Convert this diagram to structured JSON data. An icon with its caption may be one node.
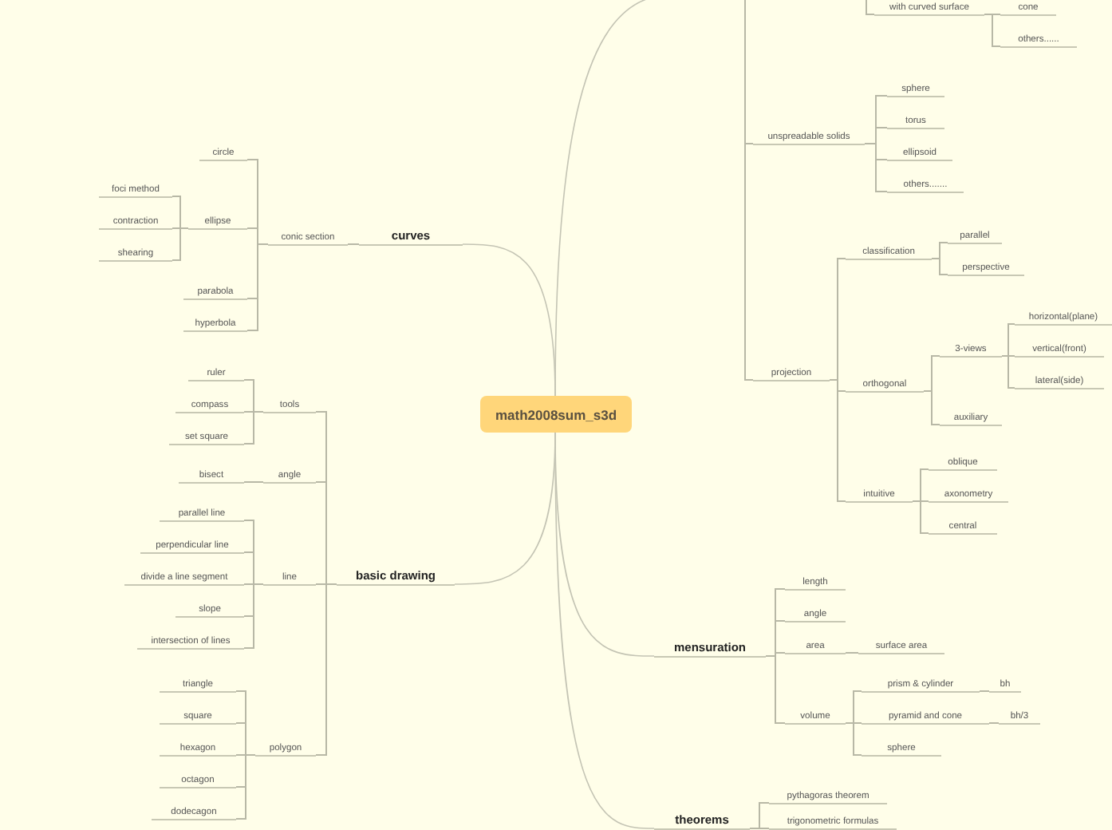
{
  "diagram": {
    "nodes": [
      {
        "text": [
          "math2008sum_s3d"
        ]
      },
      {
        "text": [
          "curves"
        ]
      },
      {
        "text": [
          "conic section"
        ]
      },
      {
        "text": [
          "circle"
        ]
      },
      {
        "text": [
          "ellipse"
        ]
      },
      {
        "text": [
          "foci method"
        ]
      },
      {
        "text": [
          "contraction"
        ]
      },
      {
        "text": [
          "shearing"
        ]
      },
      {
        "text": [
          "parabola"
        ]
      },
      {
        "text": [
          "hyperbola"
        ]
      },
      {
        "text": [
          "basic drawing"
        ]
      },
      {
        "text": [
          "tools"
        ]
      },
      {
        "text": [
          "ruler"
        ]
      },
      {
        "text": [
          "compass"
        ]
      },
      {
        "text": [
          "set square"
        ]
      },
      {
        "text": [
          "angle"
        ]
      },
      {
        "text": [
          "bisect"
        ]
      },
      {
        "text": [
          "line"
        ]
      },
      {
        "text": [
          "parallel line"
        ]
      },
      {
        "text": [
          "perpendicular line"
        ]
      },
      {
        "text": [
          "divide a line segment"
        ]
      },
      {
        "text": [
          "slope"
        ]
      },
      {
        "text": [
          "intersection of lines"
        ]
      },
      {
        "text": [
          "polygon"
        ]
      },
      {
        "text": [
          "triangle"
        ]
      },
      {
        "text": [
          "square"
        ]
      },
      {
        "text": [
          "hexagon"
        ]
      },
      {
        "text": [
          "octagon"
        ]
      },
      {
        "text": [
          "dodecagon"
        ]
      },
      {
        "text": [
          "with curved surface"
        ]
      },
      {
        "text": [
          "cone"
        ]
      },
      {
        "text": [
          "others......"
        ]
      },
      {
        "text": [
          "unspreadable solids"
        ]
      },
      {
        "text": [
          "sphere"
        ]
      },
      {
        "text": [
          "torus"
        ]
      },
      {
        "text": [
          "ellipsoid"
        ]
      },
      {
        "text": [
          "others......."
        ]
      },
      {
        "text": [
          "projection"
        ]
      },
      {
        "text": [
          "classification"
        ]
      },
      {
        "text": [
          "parallel"
        ]
      },
      {
        "text": [
          "perspective"
        ]
      },
      {
        "text": [
          "orthogonal"
        ]
      },
      {
        "text": [
          "3-views"
        ]
      },
      {
        "text": [
          "horizontal(plane)"
        ]
      },
      {
        "text": [
          "vertical(front)"
        ]
      },
      {
        "text": [
          "lateral(side)"
        ]
      },
      {
        "text": [
          "auxiliary"
        ]
      },
      {
        "text": [
          "intuitive"
        ]
      },
      {
        "text": [
          "oblique"
        ]
      },
      {
        "text": [
          "axonometry"
        ]
      },
      {
        "text": [
          "central"
        ]
      },
      {
        "text": [
          "mensuration"
        ]
      },
      {
        "text": [
          "length"
        ]
      },
      {
        "text": [
          "angle"
        ]
      },
      {
        "text": [
          "area"
        ]
      },
      {
        "text": [
          "surface area"
        ]
      },
      {
        "text": [
          "volume"
        ]
      },
      {
        "text": [
          "prism & cylinder"
        ]
      },
      {
        "text": [
          "bh"
        ]
      },
      {
        "text": [
          "pyramid and cone"
        ]
      },
      {
        "text": [
          "bh/3"
        ]
      },
      {
        "text": [
          "sphere"
        ]
      },
      {
        "text": [
          "theorems"
        ]
      },
      {
        "text": [
          "pythagoras theorem"
        ]
      },
      {
        "text": [
          "trigonometric formulas"
        ]
      }
    ],
    "edges": [
      {
        "from": 0,
        "to": 1,
        "arrow": "none"
      },
      {
        "from": 1,
        "to": 2,
        "arrow": "none"
      },
      {
        "from": 2,
        "to": 3,
        "arrow": "none"
      },
      {
        "from": 2,
        "to": 4,
        "arrow": "none"
      },
      {
        "from": 4,
        "to": 5,
        "arrow": "none"
      },
      {
        "from": 4,
        "to": 6,
        "arrow": "none"
      },
      {
        "from": 4,
        "to": 7,
        "arrow": "none"
      },
      {
        "from": 2,
        "to": 8,
        "arrow": "none"
      },
      {
        "from": 2,
        "to": 9,
        "arrow": "none"
      },
      {
        "from": 0,
        "to": 10,
        "arrow": "none"
      },
      {
        "from": 10,
        "to": 11,
        "arrow": "none"
      },
      {
        "from": 11,
        "to": 12,
        "arrow": "none"
      },
      {
        "from": 11,
        "to": 13,
        "arrow": "none"
      },
      {
        "from": 11,
        "to": 14,
        "arrow": "none"
      },
      {
        "from": 10,
        "to": 15,
        "arrow": "none"
      },
      {
        "from": 15,
        "to": 16,
        "arrow": "none"
      },
      {
        "from": 10,
        "to": 17,
        "arrow": "none"
      },
      {
        "from": 17,
        "to": 18,
        "arrow": "none"
      },
      {
        "from": 17,
        "to": 19,
        "arrow": "none"
      },
      {
        "from": 17,
        "to": 20,
        "arrow": "none"
      },
      {
        "from": 17,
        "to": 21,
        "arrow": "none"
      },
      {
        "from": 17,
        "to": 22,
        "arrow": "none"
      },
      {
        "from": 10,
        "to": 23,
        "arrow": "none"
      },
      {
        "from": 23,
        "to": 24,
        "arrow": "none"
      },
      {
        "from": 23,
        "to": 25,
        "arrow": "none"
      },
      {
        "from": 23,
        "to": 26,
        "arrow": "none"
      },
      {
        "from": 23,
        "to": 27,
        "arrow": "none"
      },
      {
        "from": 23,
        "to": 28,
        "arrow": "none"
      },
      {
        "from": 0,
        "to": null,
        "arrow": "none"
      },
      {
        "from": null,
        "to": 29,
        "arrow": "none"
      },
      {
        "from": 29,
        "to": 30,
        "arrow": "none"
      },
      {
        "from": 29,
        "to": 31,
        "arrow": "none"
      },
      {
        "from": null,
        "to": 32,
        "arrow": "none"
      },
      {
        "from": 32,
        "to": 33,
        "arrow": "none"
      },
      {
        "from": 32,
        "to": 34,
        "arrow": "none"
      },
      {
        "from": 32,
        "to": 35,
        "arrow": "none"
      },
      {
        "from": 32,
        "to": 36,
        "arrow": "none"
      },
      {
        "from": null,
        "to": 37,
        "arrow": "none"
      },
      {
        "from": 37,
        "to": 38,
        "arrow": "none"
      },
      {
        "from": 38,
        "to": 39,
        "arrow": "none"
      },
      {
        "from": 38,
        "to": 40,
        "arrow": "none"
      },
      {
        "from": 37,
        "to": 41,
        "arrow": "none"
      },
      {
        "from": 41,
        "to": 42,
        "arrow": "none"
      },
      {
        "from": 42,
        "to": 43,
        "arrow": "none"
      },
      {
        "from": 42,
        "to": 44,
        "arrow": "none"
      },
      {
        "from": 42,
        "to": 45,
        "arrow": "none"
      },
      {
        "from": 41,
        "to": 46,
        "arrow": "none"
      },
      {
        "from": 37,
        "to": 47,
        "arrow": "none"
      },
      {
        "from": 47,
        "to": 48,
        "arrow": "none"
      },
      {
        "from": 47,
        "to": 49,
        "arrow": "none"
      },
      {
        "from": 47,
        "to": 50,
        "arrow": "none"
      },
      {
        "from": 0,
        "to": 51,
        "arrow": "none"
      },
      {
        "from": 51,
        "to": 52,
        "arrow": "none"
      },
      {
        "from": 51,
        "to": 53,
        "arrow": "none"
      },
      {
        "from": 51,
        "to": 54,
        "arrow": "none"
      },
      {
        "from": 54,
        "to": 55,
        "arrow": "none"
      },
      {
        "from": 51,
        "to": 56,
        "arrow": "none"
      },
      {
        "from": 56,
        "to": 57,
        "arrow": "none"
      },
      {
        "from": 57,
        "to": 58,
        "arrow": "none"
      },
      {
        "from": 56,
        "to": 59,
        "arrow": "none"
      },
      {
        "from": 59,
        "to": 60,
        "arrow": "none"
      },
      {
        "from": 56,
        "to": 61,
        "arrow": "none"
      },
      {
        "from": 0,
        "to": 62,
        "arrow": "none"
      },
      {
        "from": 62,
        "to": 63,
        "arrow": "none"
      },
      {
        "from": 62,
        "to": 64,
        "arrow": "none"
      }
    ]
  }
}
